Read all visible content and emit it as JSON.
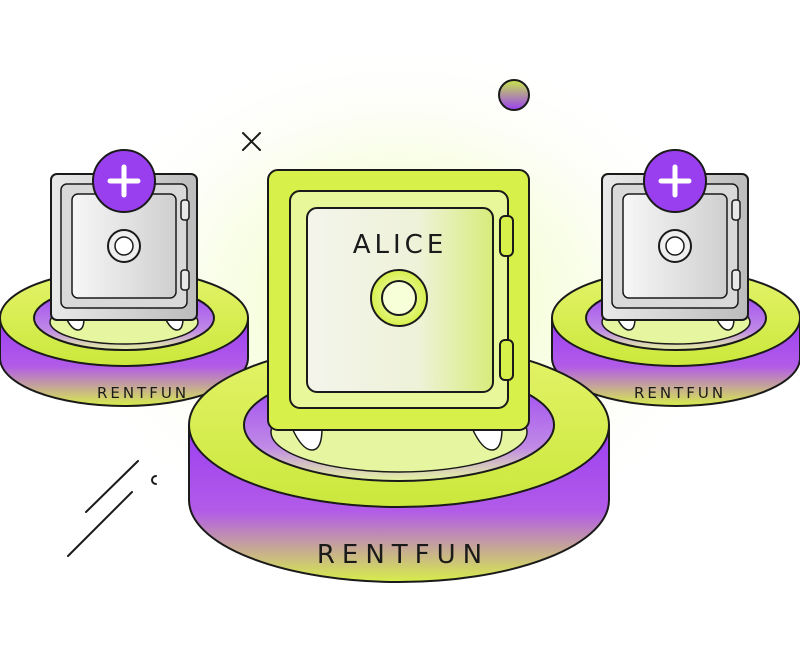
{
  "illustration": {
    "center_safe_name": "ALICE",
    "platform_labels": {
      "left": "RENTFUN",
      "center": "RENTFUN",
      "right": "RENTFUN"
    },
    "add_badge_glyph": "+",
    "colors": {
      "outline": "#1a1a1a",
      "purple": "#9a3ff0",
      "lime": "#d8f04a",
      "lime_light": "#f0ffc0",
      "gray": "#c9c9c9",
      "white": "#ffffff"
    },
    "icons": [
      "plus-icon",
      "close-icon",
      "safe-dial-icon"
    ]
  }
}
